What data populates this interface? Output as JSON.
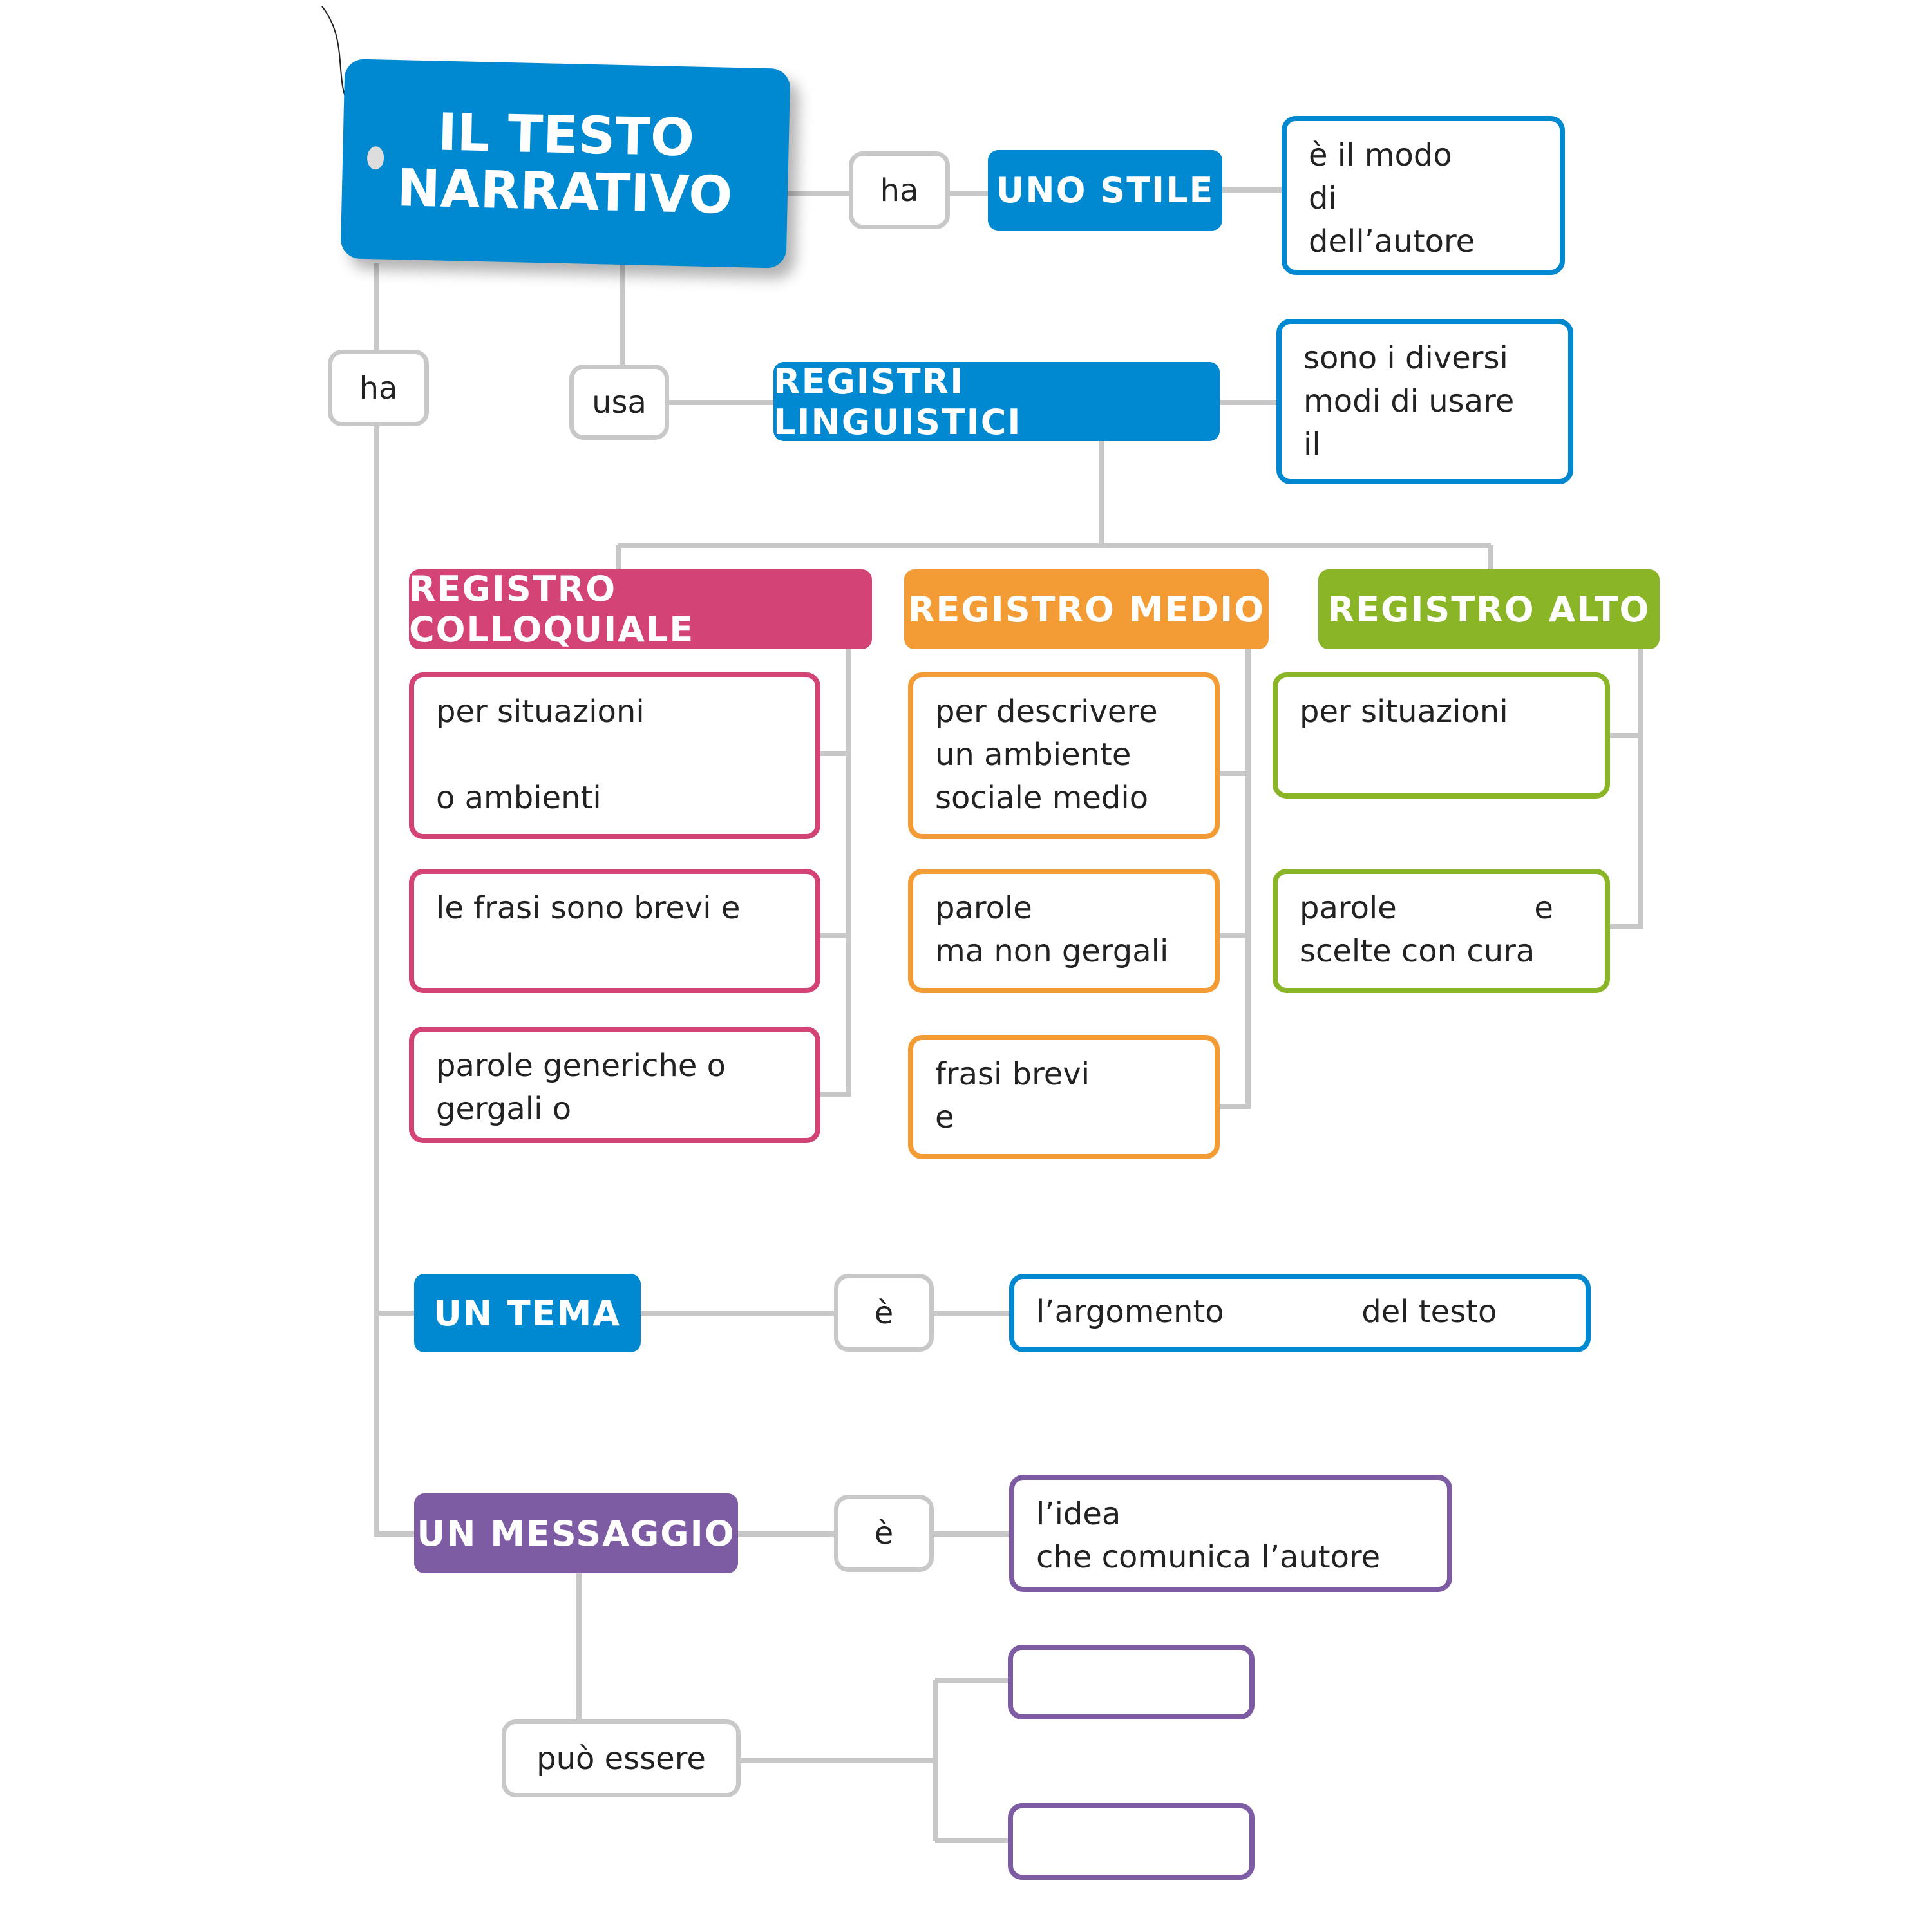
{
  "title": {
    "line1": "IL TESTO",
    "line2": "NARRATIVO"
  },
  "links": {
    "ha_top": "ha",
    "ha_left": "ha",
    "usa": "usa",
    "e_tema": "è",
    "e_messaggio": "è",
    "puo_essere": "può essere"
  },
  "nodes": {
    "stile": "UNO STILE",
    "registri": "REGISTRI LINGUISTICI",
    "colloquiale": "REGISTRO COLLOQUIALE",
    "medio": "REGISTRO MEDIO",
    "alto": "REGISTRO ALTO",
    "tema": "UN TEMA",
    "messaggio": "UN MESSAGGIO"
  },
  "boxes": {
    "stile": [
      "è il modo",
      "di",
      "dell’autore"
    ],
    "registri": [
      "sono i diversi",
      "modi di usare",
      "il"
    ],
    "coll1": [
      "per situazioni",
      "",
      "o ambienti"
    ],
    "coll2": [
      "le frasi sono brevi e"
    ],
    "coll3": [
      "parole generiche o",
      "gergali o"
    ],
    "medio1": [
      "per descrivere",
      "un ambiente",
      "sociale medio"
    ],
    "medio2": [
      "parole",
      "ma non gergali"
    ],
    "medio3": [
      "frasi brevi",
      "e"
    ],
    "alto1": [
      "per situazioni"
    ],
    "alto2": [
      "parole              e",
      "scelte con cura"
    ],
    "tema": [
      "l’argomento              del testo"
    ],
    "messaggio": [
      "l’idea",
      "che comunica l’autore"
    ]
  },
  "colors": {
    "blue": "#0088d0",
    "pink": "#d44376",
    "orange": "#f39c35",
    "green": "#8ab526",
    "purple": "#7e5ca3",
    "line": "#c8c8c8"
  }
}
